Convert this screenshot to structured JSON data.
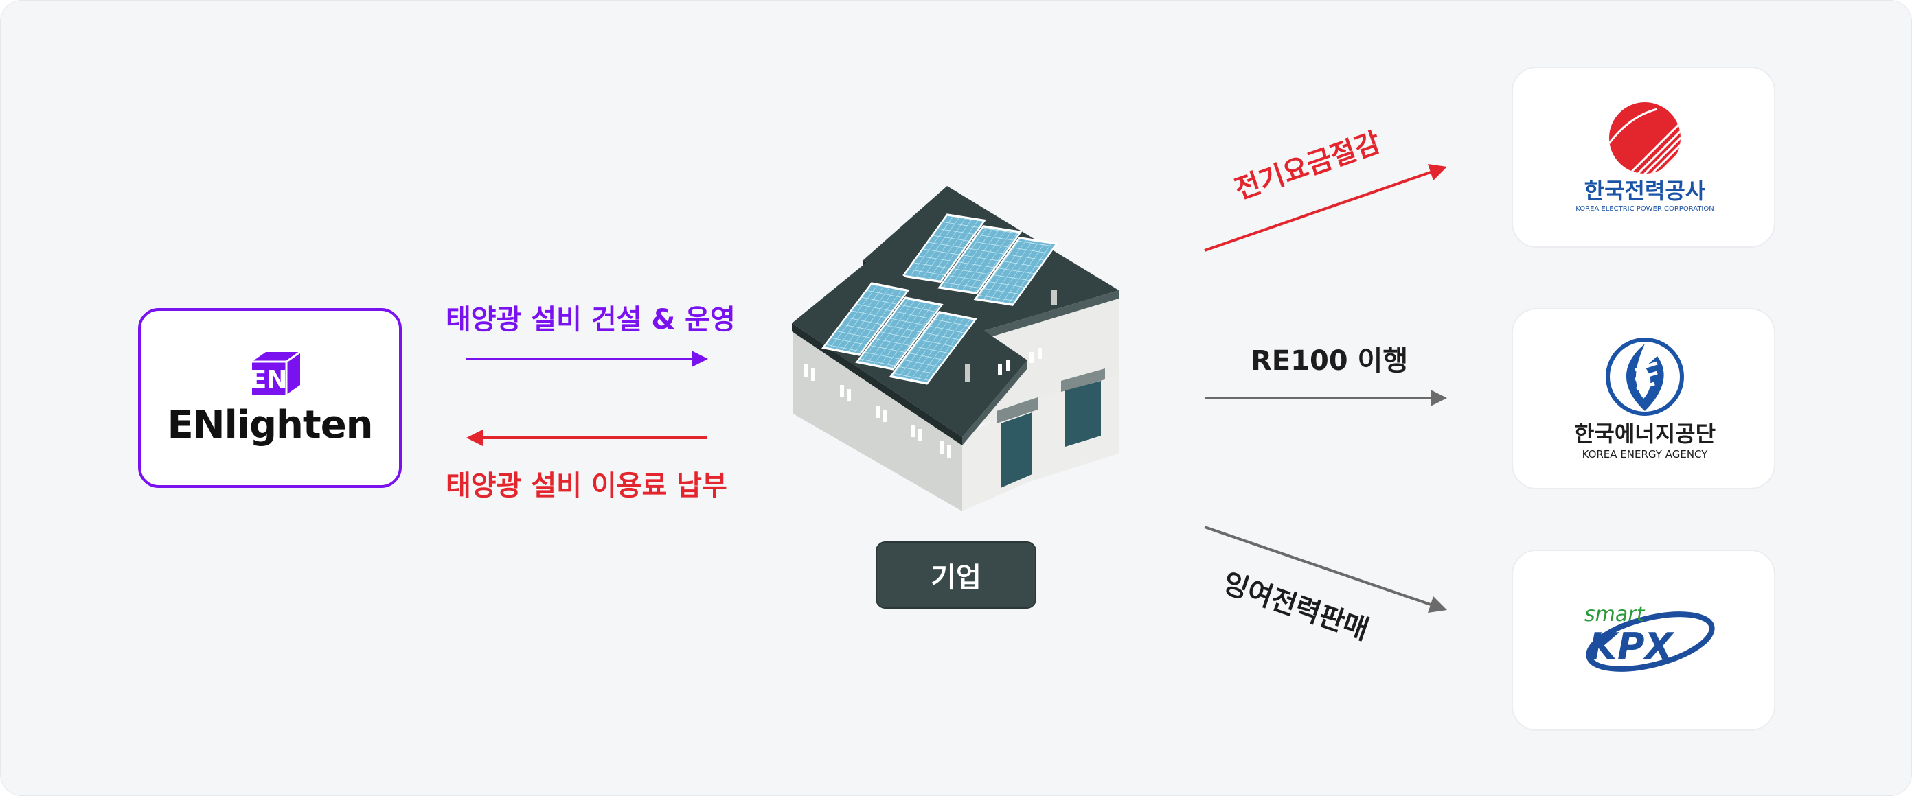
{
  "enlighten": {
    "name": "ENlighten",
    "logo_mark": "EN"
  },
  "flows": {
    "build": "태양광 설비 건설 & 운영",
    "fee": "태양광 설비 이용료 납부",
    "saving": "전기요금절감",
    "re100": "RE100 이행",
    "surplus": "잉여전력판매"
  },
  "company": {
    "label": "기업"
  },
  "partners": {
    "kepco": {
      "name": "한국전력공사",
      "sub": "KOREA ELECTRIC POWER CORPORATION"
    },
    "kea": {
      "name": "한국에너지공단",
      "sub": "KOREA ENERGY AGENCY"
    },
    "kpx": {
      "smart": "smart",
      "name": "KPX"
    }
  },
  "colors": {
    "purple": "#7a12f0",
    "red": "#e3262e",
    "gray": "#6b6b6b",
    "dark_button": "#3a4a4a",
    "kepco_red": "#e3262e",
    "kea_blue": "#1b54a6",
    "kpx_blue": "#1d4e9e",
    "kpx_green": "#2a9a3a"
  },
  "icons": [
    "enlighten-logo-icon",
    "solar-factory-icon",
    "kepco-logo-icon",
    "kea-logo-icon",
    "kpx-logo-icon"
  ]
}
